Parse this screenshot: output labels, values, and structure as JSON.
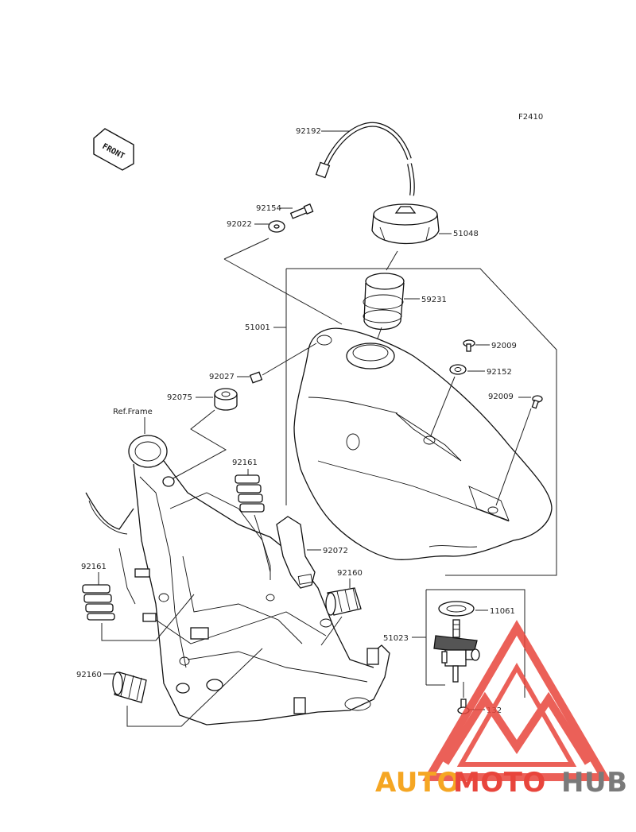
{
  "figure_code": "F2410",
  "front_arrow_label": "FRONT",
  "ref_frame_label": "Ref.Frame",
  "parts": {
    "p92192": "92192",
    "p92154": "92154",
    "p92022": "92022",
    "p51048": "51048",
    "p59231": "59231",
    "p51001": "51001",
    "p92009a": "92009",
    "p92152": "92152",
    "p92009b": "92009",
    "p92027": "92027",
    "p92075": "92075",
    "p92161a": "92161",
    "p92072": "92072",
    "p92161b": "92161",
    "p92160a": "92160",
    "p11061": "11061",
    "p51023": "51023",
    "p92160b": "92160",
    "p132": "132"
  },
  "watermark": {
    "part1": "AUTO",
    "part2": "MOTO",
    "part3": "HUB",
    "color_orange": "#f5a623",
    "color_red": "#e8453c",
    "color_gray": "#7a7a7a"
  }
}
